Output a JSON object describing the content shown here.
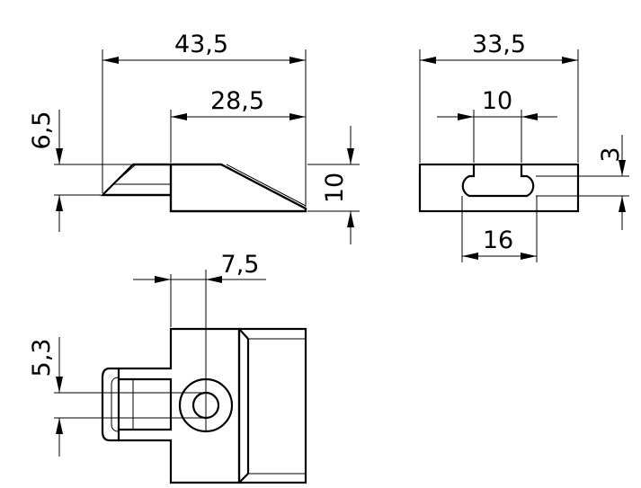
{
  "dimensions": {
    "total_length": "43,5",
    "body_length": "28,5",
    "tip_height": "6,5",
    "height": "10",
    "width": "33,5",
    "slot_width": "10",
    "slot_height": "3",
    "slot_length": "16",
    "hole_offset": "7,5",
    "hole_diameter": "5,3"
  }
}
